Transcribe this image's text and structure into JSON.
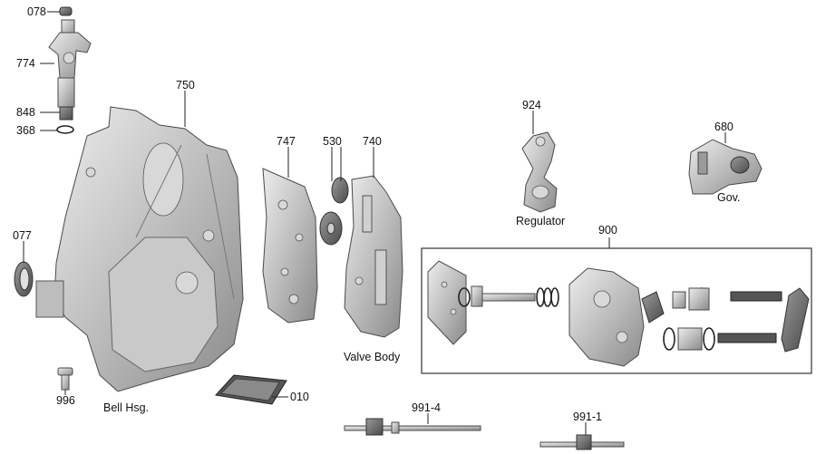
{
  "labels": {
    "p078": "078",
    "p774": "774",
    "p848": "848",
    "p368": "368",
    "p750": "750",
    "p077": "077",
    "p996": "996",
    "p747": "747",
    "p530": "530",
    "p740": "740",
    "p010": "010",
    "p924": "924",
    "p680": "680",
    "p900": "900",
    "p9914": "991-4",
    "p9911": "991-1"
  },
  "captions": {
    "bell": "Bell Hsg.",
    "valve": "Valve Body",
    "regulator": "Regulator",
    "gov": "Gov."
  },
  "colors": {
    "metal_light": "#e6e6e6",
    "metal_mid": "#b3b3b3",
    "metal_dark": "#6e6e6e",
    "line": "#222222"
  }
}
